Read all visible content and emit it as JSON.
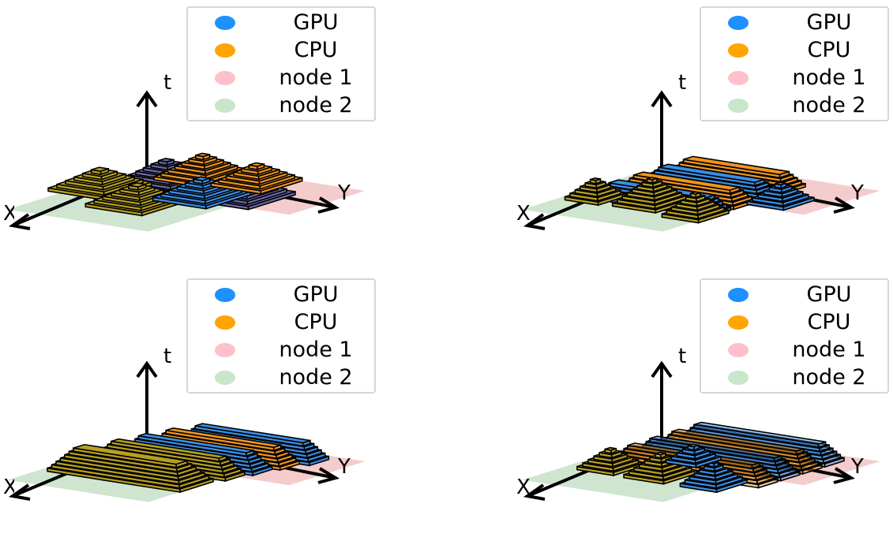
{
  "legend_items": [
    {
      "label": "GPU",
      "color": "#1e90ff"
    },
    {
      "label": "CPU",
      "color": "#ffa500"
    },
    {
      "label": "node 1",
      "color": "#ffc0cb"
    },
    {
      "label": "node 2",
      "color": "#c8e6c9"
    }
  ],
  "axis_labels": {
    "t": "t",
    "y": "Y",
    "x": "X"
  },
  "colors": {
    "gpu_bar": "#3a8ee6",
    "cpu_bar": "#f0941f",
    "cpu_dark": "#b8a020",
    "gpu_dark": "#6a6aa8",
    "node1_floor": "#f4cccc",
    "node2_floor": "#cfe5cf",
    "outline": "#000000"
  },
  "panels": [
    {
      "id": "top-left",
      "arrangement": "pyramids"
    },
    {
      "id": "top-right",
      "arrangement": "interleaved"
    },
    {
      "id": "bottom-left",
      "arrangement": "rows"
    },
    {
      "id": "bottom-right",
      "arrangement": "interleaved-transparent"
    }
  ]
}
